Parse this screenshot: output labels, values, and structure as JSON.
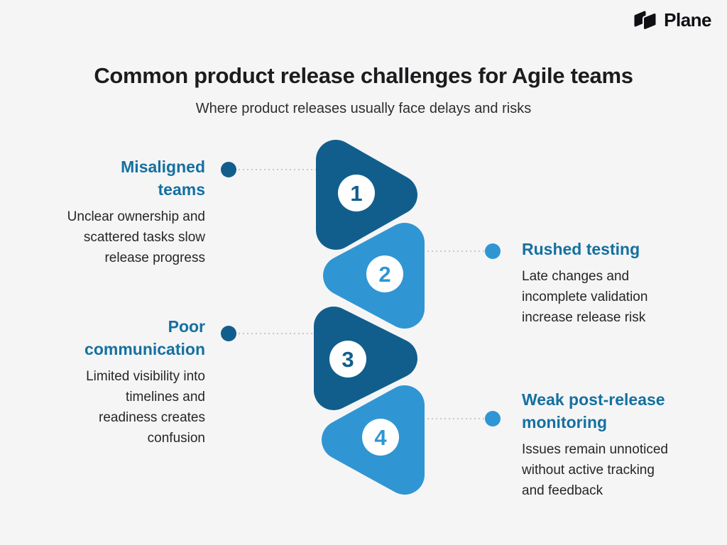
{
  "brand": {
    "name": "Plane"
  },
  "header": {
    "title": "Common product release challenges for Agile teams",
    "subtitle": "Where product releases usually face delays and risks"
  },
  "items": [
    {
      "number": "1",
      "side": "left",
      "heading": "Misaligned\nteams",
      "body": "Unclear ownership and\nscattered tasks slow\nrelease progress"
    },
    {
      "number": "2",
      "side": "right",
      "heading": "Rushed testing",
      "body": "Late changes and\nincomplete validation\nincrease release risk"
    },
    {
      "number": "3",
      "side": "left",
      "heading": "Poor\ncommunication",
      "body": "Limited visibility into\ntimelines and\nreadiness creates\nconfusion"
    },
    {
      "number": "4",
      "side": "right",
      "heading": "Weak post-release\nmonitoring",
      "body": "Issues remain unnoticed\nwithout active tracking\nand feedback"
    }
  ],
  "colors": {
    "dark_blue": "#115e8c",
    "light_blue": "#2f96d3",
    "heading_blue": "#1470a0",
    "body_text": "#262626",
    "title_text": "#1c1c1e",
    "dotted_line": "#c9c9c9",
    "circle_fill": "#ffffff",
    "background": "#f5f5f6",
    "logo_black": "#101014"
  }
}
